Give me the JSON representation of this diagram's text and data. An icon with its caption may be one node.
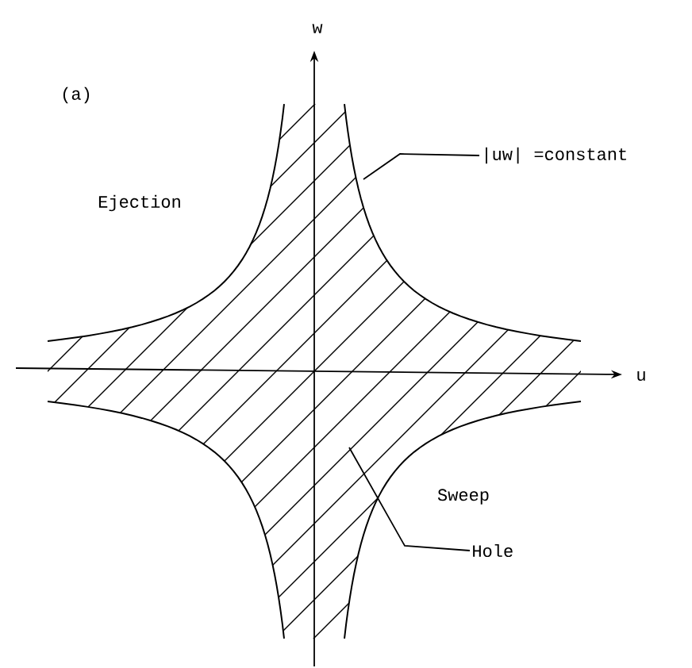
{
  "diagram": {
    "nodes": [
      {
        "text": [
          "|uw| =constant"
        ]
      },
      {
        "text": [
          "Hole"
        ]
      }
    ],
    "edges": [
      {
        "from": 0,
        "to": null,
        "arrow": "none"
      },
      {
        "from": 1,
        "to": null,
        "arrow": "none"
      }
    ],
    "labels": [
      "w",
      "(a)",
      "Ejection",
      "u",
      "Sweep"
    ]
  }
}
